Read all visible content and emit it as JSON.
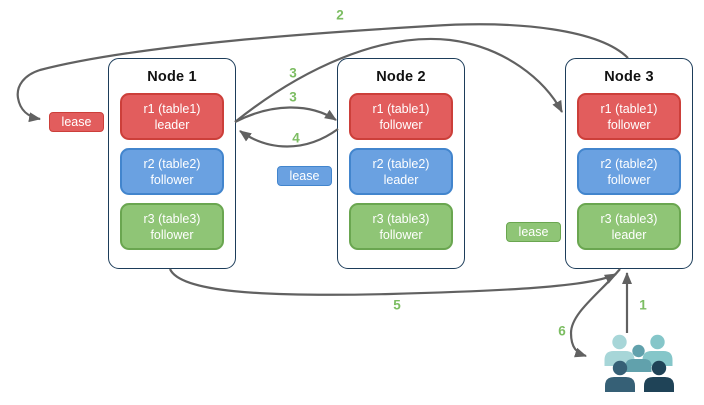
{
  "nodes": [
    {
      "title": "Node 1",
      "replicas": [
        {
          "name": "r1 (table1)",
          "role": "leader"
        },
        {
          "name": "r2 (table2)",
          "role": "follower"
        },
        {
          "name": "r3 (table3)",
          "role": "follower"
        }
      ]
    },
    {
      "title": "Node 2",
      "replicas": [
        {
          "name": "r1 (table1)",
          "role": "follower"
        },
        {
          "name": "r2 (table2)",
          "role": "leader"
        },
        {
          "name": "r3 (table3)",
          "role": "follower"
        }
      ]
    },
    {
      "title": "Node 3",
      "replicas": [
        {
          "name": "r1 (table1)",
          "role": "follower"
        },
        {
          "name": "r2 (table2)",
          "role": "follower"
        },
        {
          "name": "r3 (table3)",
          "role": "leader"
        }
      ]
    }
  ],
  "leases": {
    "table1": {
      "label": "lease"
    },
    "table2": {
      "label": "lease"
    },
    "table3": {
      "label": "lease"
    }
  },
  "steps": {
    "s1": "1",
    "s2": "2",
    "s3a": "3",
    "s3b": "3",
    "s4": "4",
    "s5": "5",
    "s6": "6"
  },
  "icons": {
    "clients": "people-group-icon"
  },
  "colors": {
    "table1_fill": "#e25d5d",
    "table1_border": "#cc3f3a",
    "table2_fill": "#6aa1e1",
    "table2_border": "#4285cd",
    "table3_fill": "#8fc576",
    "table3_border": "#6aa650",
    "node_border": "#1d3d5a",
    "arrow": "#616161",
    "step_label": "#7cbd62",
    "people_light1": "#a7d6d8",
    "people_light2": "#85c6c9",
    "people_mid": "#61a1ac",
    "people_dark1": "#366076",
    "people_dark2": "#1f4357"
  }
}
